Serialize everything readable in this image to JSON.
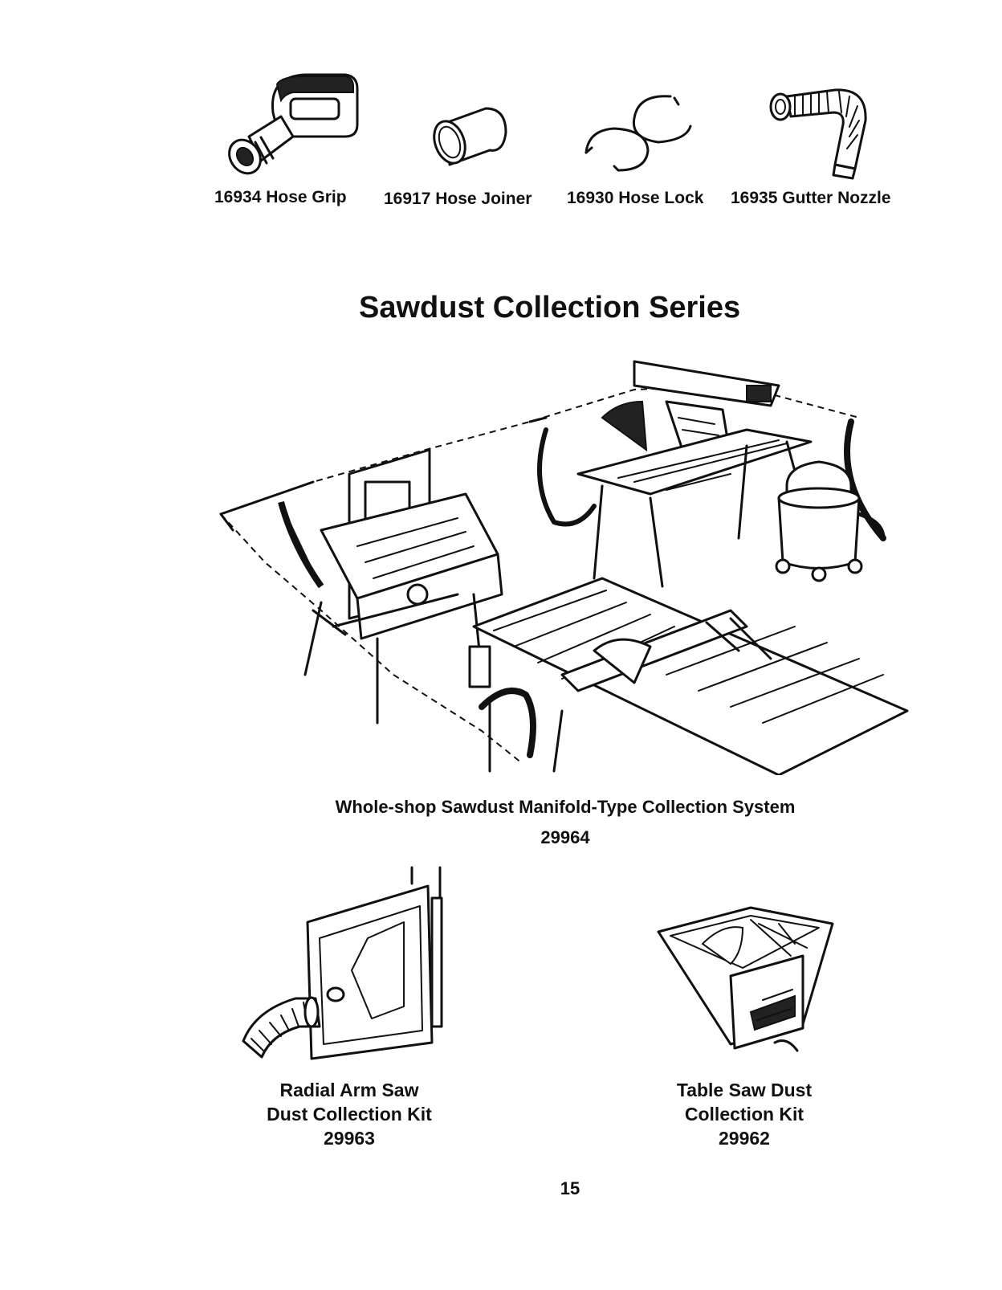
{
  "accessories": [
    {
      "part_no": "16934",
      "name": "Hose Grip",
      "label": "16934 Hose Grip",
      "icon": "hose-grip-icon"
    },
    {
      "part_no": "16917",
      "name": "Hose Joiner",
      "label": "16917 Hose Joiner",
      "icon": "hose-joiner-icon"
    },
    {
      "part_no": "16930",
      "name": "Hose Lock",
      "label": "16930 Hose Lock",
      "icon": "hose-lock-icon"
    },
    {
      "part_no": "16935",
      "name": "Gutter Nozzle",
      "label": "16935 Gutter Nozzle",
      "icon": "gutter-nozzle-icon"
    }
  ],
  "section_title": "Sawdust Collection Series",
  "manifold": {
    "name": "Whole-shop Sawdust Manifold-Type Collection System",
    "part_no": "29964"
  },
  "kits": [
    {
      "line1": "Radial Arm Saw",
      "line2": "Dust Collection Kit",
      "part_no": "29963"
    },
    {
      "line1": "Table Saw Dust",
      "line2": "Collection Kit",
      "part_no": "29962"
    }
  ],
  "page_number": "15"
}
